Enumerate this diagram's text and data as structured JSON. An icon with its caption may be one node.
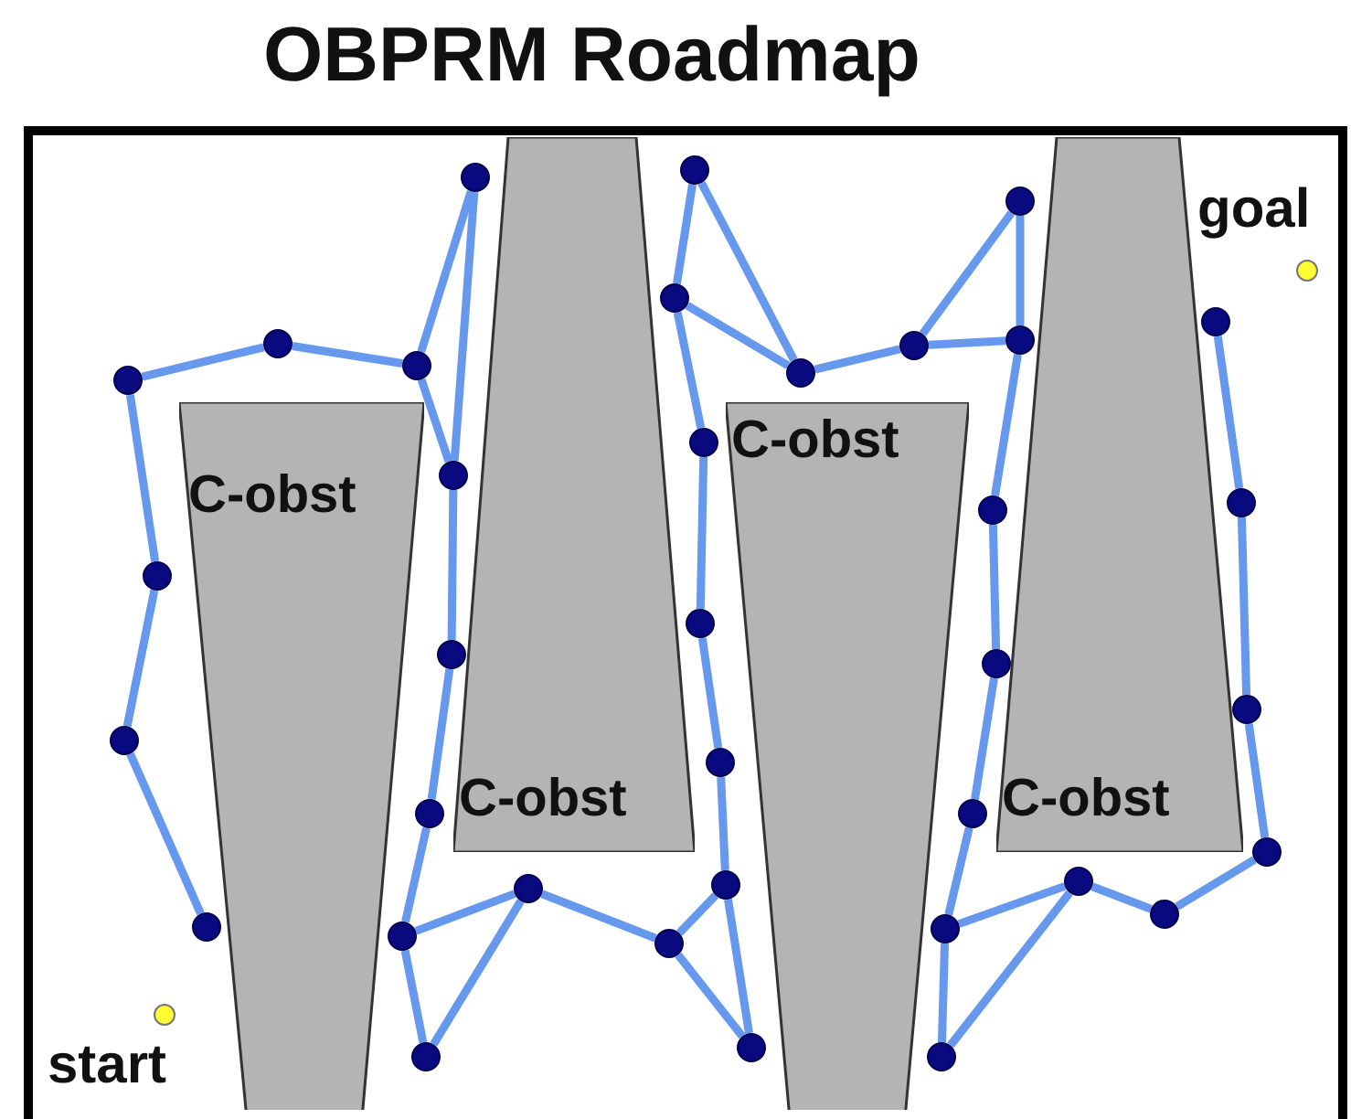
{
  "diagram": {
    "title": "OBPRM Roadmap",
    "nodes": [
      {
        "text": [
          "C-obst"
        ]
      },
      {
        "text": [
          "C-obst"
        ]
      },
      {
        "text": [
          "C-obst"
        ]
      },
      {
        "text": [
          "C-obst"
        ]
      },
      {
        "text": [],
        "shape": "circle"
      },
      {
        "text": [],
        "shape": "circle"
      },
      {
        "text": [],
        "shape": "circle"
      },
      {
        "text": [],
        "shape": "circle"
      },
      {
        "text": [],
        "shape": "circle"
      },
      {
        "text": [],
        "shape": "circle"
      },
      {
        "text": [],
        "shape": "circle"
      },
      {
        "text": [],
        "shape": "circle"
      },
      {
        "text": [],
        "shape": "circle"
      },
      {
        "text": [],
        "shape": "circle"
      },
      {
        "text": [],
        "shape": "circle"
      },
      {
        "text": [],
        "shape": "circle"
      },
      {
        "text": [],
        "shape": "circle"
      },
      {
        "text": [],
        "shape": "circle"
      },
      {
        "text": [],
        "shape": "circle"
      },
      {
        "text": [],
        "shape": "circle"
      },
      {
        "text": [],
        "shape": "circle"
      },
      {
        "text": [],
        "shape": "circle"
      },
      {
        "text": [],
        "shape": "circle"
      },
      {
        "text": [],
        "shape": "circle"
      },
      {
        "text": [],
        "shape": "circle"
      },
      {
        "text": [],
        "shape": "circle"
      },
      {
        "text": [],
        "shape": "circle"
      },
      {
        "text": [],
        "shape": "circle"
      },
      {
        "text": [],
        "shape": "circle"
      },
      {
        "text": [],
        "shape": "circle"
      },
      {
        "text": [],
        "shape": "circle"
      },
      {
        "text": [],
        "shape": "circle"
      },
      {
        "text": [],
        "shape": "circle"
      },
      {
        "text": [],
        "shape": "circle"
      },
      {
        "text": [],
        "shape": "circle"
      },
      {
        "text": [],
        "shape": "circle"
      },
      {
        "text": [],
        "shape": "circle"
      },
      {
        "text": [],
        "shape": "circle"
      },
      {
        "text": [],
        "shape": "circle"
      },
      {
        "text": [],
        "shape": "circle"
      },
      {
        "text": [],
        "shape": "circle",
        "beside": [
          "goal"
        ]
      },
      {
        "text": [],
        "shape": "circle",
        "beside": [
          "start"
        ]
      }
    ],
    "edges": [
      {
        "from": 4,
        "to": 5,
        "arrow": "none"
      },
      {
        "from": 5,
        "to": 6,
        "arrow": "none"
      },
      {
        "from": 6,
        "to": 7,
        "arrow": "none"
      },
      {
        "from": 6,
        "to": 8,
        "arrow": "none"
      },
      {
        "from": 7,
        "to": 8,
        "arrow": "none"
      },
      {
        "from": 4,
        "to": 9,
        "arrow": "none"
      },
      {
        "from": 9,
        "to": 10,
        "arrow": "none"
      },
      {
        "from": 10,
        "to": 11,
        "arrow": "none"
      },
      {
        "from": 8,
        "to": 12,
        "arrow": "none"
      },
      {
        "from": 12,
        "to": 13,
        "arrow": "none"
      },
      {
        "from": 13,
        "to": 14,
        "arrow": "none"
      },
      {
        "from": 14,
        "to": 15,
        "arrow": "none"
      },
      {
        "from": 14,
        "to": 16,
        "arrow": "none"
      },
      {
        "from": 16,
        "to": 15,
        "arrow": "none"
      },
      {
        "from": 15,
        "to": 17,
        "arrow": "none"
      },
      {
        "from": 17,
        "to": 18,
        "arrow": "none"
      },
      {
        "from": 17,
        "to": 19,
        "arrow": "none"
      },
      {
        "from": 18,
        "to": 19,
        "arrow": "none"
      },
      {
        "from": 18,
        "to": 20,
        "arrow": "none"
      },
      {
        "from": 20,
        "to": 21,
        "arrow": "none"
      },
      {
        "from": 21,
        "to": 22,
        "arrow": "none"
      },
      {
        "from": 22,
        "to": 23,
        "arrow": "none"
      },
      {
        "from": 23,
        "to": 24,
        "arrow": "none"
      },
      {
        "from": 24,
        "to": 25,
        "arrow": "none"
      },
      {
        "from": 23,
        "to": 25,
        "arrow": "none"
      },
      {
        "from": 25,
        "to": 26,
        "arrow": "none"
      },
      {
        "from": 26,
        "to": 27,
        "arrow": "none"
      },
      {
        "from": 26,
        "to": 28,
        "arrow": "none"
      },
      {
        "from": 28,
        "to": 27,
        "arrow": "none"
      },
      {
        "from": 27,
        "to": 29,
        "arrow": "none"
      },
      {
        "from": 29,
        "to": 30,
        "arrow": "none"
      },
      {
        "from": 30,
        "to": 31,
        "arrow": "none"
      },
      {
        "from": 31,
        "to": 32,
        "arrow": "none"
      },
      {
        "from": 32,
        "to": 33,
        "arrow": "none"
      },
      {
        "from": 32,
        "to": 34,
        "arrow": "none"
      },
      {
        "from": 34,
        "to": 33,
        "arrow": "none"
      },
      {
        "from": 33,
        "to": 35,
        "arrow": "none"
      },
      {
        "from": 35,
        "to": 36,
        "arrow": "none"
      },
      {
        "from": 36,
        "to": 37,
        "arrow": "none"
      },
      {
        "from": 37,
        "to": 38,
        "arrow": "none"
      },
      {
        "from": 38,
        "to": 39,
        "arrow": "none"
      }
    ]
  }
}
